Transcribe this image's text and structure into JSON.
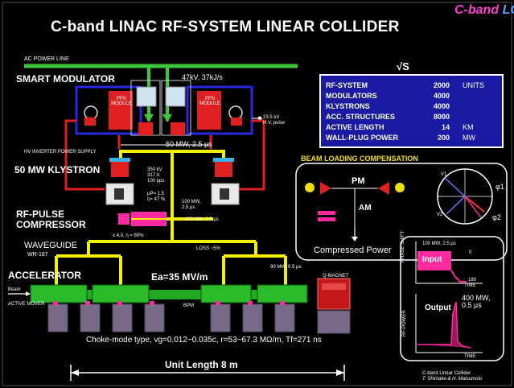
{
  "title": "C-band  LINAC RF-SYSTEM    LINEAR COLLIDER",
  "brand": {
    "c_band": "C-band",
    "lc": "LC"
  },
  "ac_power_line": "AC POWER LINE",
  "hv_label": "47kV, 37kJ/s",
  "smart_modulator": "SMART MODULATOR",
  "pfn_module": "PFN\nMODULE",
  "hv_pulse": "23.5 kV\nH.V. pulse",
  "hv_inverter": "HV INVERTER POWER SUPPLY",
  "pulse_50mw": "50 MW, 2.5 µs",
  "klystron_label": "50 MW KLYSTRON",
  "klystron_params": [
    "350 kV",
    "317 A",
    "100 pps"
  ],
  "perveance": [
    "µP= 1.5",
    "η= 47 %"
  ],
  "combined_100mw": [
    "100 MW,",
    "2.5 µs"
  ],
  "rf_pulse_compressor": [
    "RF-PULSE",
    "COMPRESSOR"
  ],
  "compressed_400mw": "400 MW, 0.5 µs",
  "compression_ratio": "x 4.0, η = 80%",
  "waveguide": "WAVEGUIDE",
  "wr187": "WR-187",
  "loss": "LOSS ~5%",
  "feed_90mw": "90 MW, 0.5 µs",
  "accelerator": "ACCELERATOR",
  "ea": "Ea=35 MV/m",
  "beam": "Beam",
  "active_mover": "ACTIVE MOVER",
  "bpm": "BPM",
  "qmagnet": "Q-MAGNET",
  "structure_line": "Choke-mode type, vg=0.012~0.035c, r=53~67.3 MΩ/m, Tf=271 ns",
  "unit_length": "Unit Length 8 m",
  "credits": [
    "C-band Linear Collider",
    "T. Shintake & H. Matsumoto"
  ],
  "sqrt_s": "√S",
  "specs": [
    {
      "name": "RF-SYSTEM",
      "value": "2000",
      "unit": "UNITS"
    },
    {
      "name": "MODULATORS",
      "value": "4000",
      "unit": ""
    },
    {
      "name": "KLYSTRONS",
      "value": "4000",
      "unit": ""
    },
    {
      "name": "ACC. STRUCTURES",
      "value": "8000",
      "unit": ""
    },
    {
      "name": "ACTIVE LENGTH",
      "value": "14",
      "unit": "KM"
    },
    {
      "name": "WALL-PLUG POWER",
      "value": "200",
      "unit": "MW"
    }
  ],
  "blc": {
    "title": "BEAM LOADING COMPENSATION",
    "pm": "PM",
    "am": "AM",
    "compressed_power": "Compressed Power",
    "v1": "V1",
    "v2": "V2",
    "phi1": "φ1",
    "phi2": "φ2"
  },
  "plots": {
    "input_label": "Input",
    "output_label": "Output",
    "input_note": "100 MW, 2.5 µs",
    "phase_shift": "PHASE SHIFT",
    "rf_power": "RF-POWER",
    "time": "TIME",
    "output_note": [
      "400 MW,",
      "0.5 µs"
    ],
    "tick_0": "0",
    "tick_180": "180"
  },
  "colors": {
    "yellow_waveguide": "#f0f000",
    "green_power": "#3cc83c",
    "modulator_blue": "#2828e0",
    "red_hv": "#e02020",
    "spec_box": "#1a1aa3",
    "accel_green": "#22aa22",
    "mover": "#7a6a8a",
    "magenta": "#ff2aa0"
  }
}
